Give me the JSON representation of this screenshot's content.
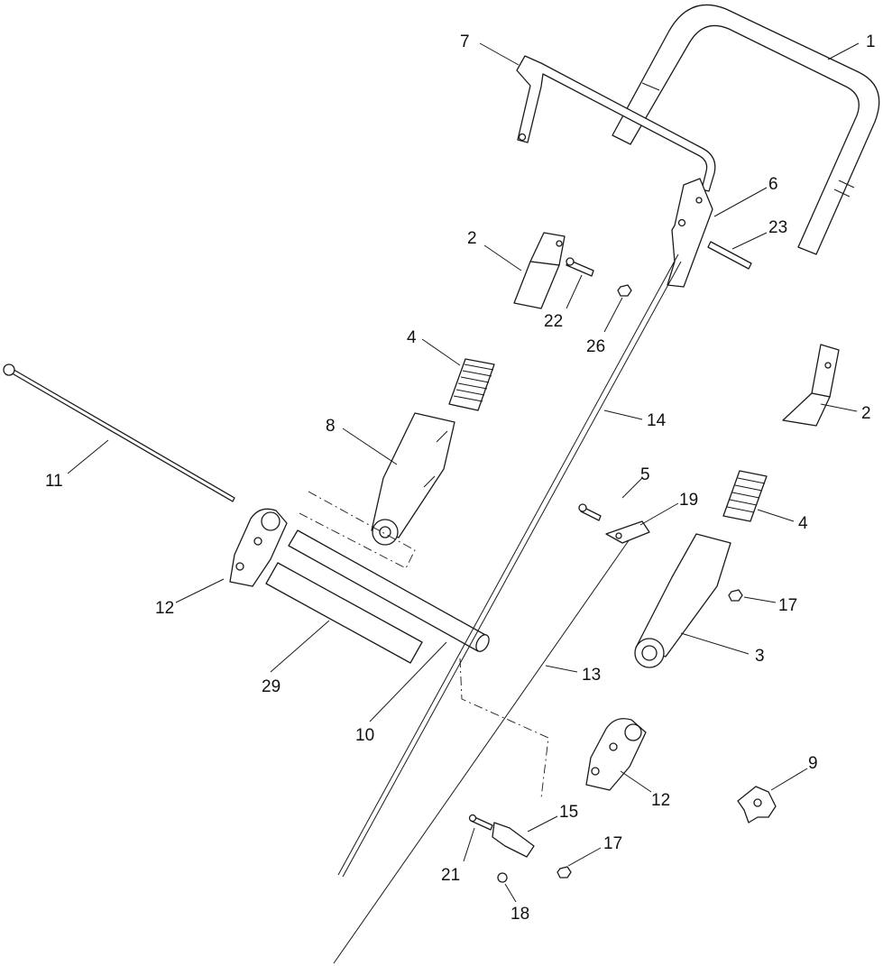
{
  "callouts": [
    {
      "id": "c1",
      "label": "1"
    },
    {
      "id": "c7",
      "label": "7"
    },
    {
      "id": "c6",
      "label": "6"
    },
    {
      "id": "c23",
      "label": "23"
    },
    {
      "id": "c2a",
      "label": "2"
    },
    {
      "id": "c22",
      "label": "22"
    },
    {
      "id": "c26",
      "label": "26"
    },
    {
      "id": "c4a",
      "label": "4"
    },
    {
      "id": "c14",
      "label": "14"
    },
    {
      "id": "c2b",
      "label": "2"
    },
    {
      "id": "c8",
      "label": "8"
    },
    {
      "id": "c11",
      "label": "11"
    },
    {
      "id": "c5",
      "label": "5"
    },
    {
      "id": "c19",
      "label": "19"
    },
    {
      "id": "c4b",
      "label": "4"
    },
    {
      "id": "c12a",
      "label": "12"
    },
    {
      "id": "c17a",
      "label": "17"
    },
    {
      "id": "c3",
      "label": "3"
    },
    {
      "id": "c29",
      "label": "29"
    },
    {
      "id": "c13",
      "label": "13"
    },
    {
      "id": "c10",
      "label": "10"
    },
    {
      "id": "c9",
      "label": "9"
    },
    {
      "id": "c12b",
      "label": "12"
    },
    {
      "id": "c15",
      "label": "15"
    },
    {
      "id": "c17b",
      "label": "17"
    },
    {
      "id": "c21",
      "label": "21"
    },
    {
      "id": "c18",
      "label": "18"
    }
  ]
}
